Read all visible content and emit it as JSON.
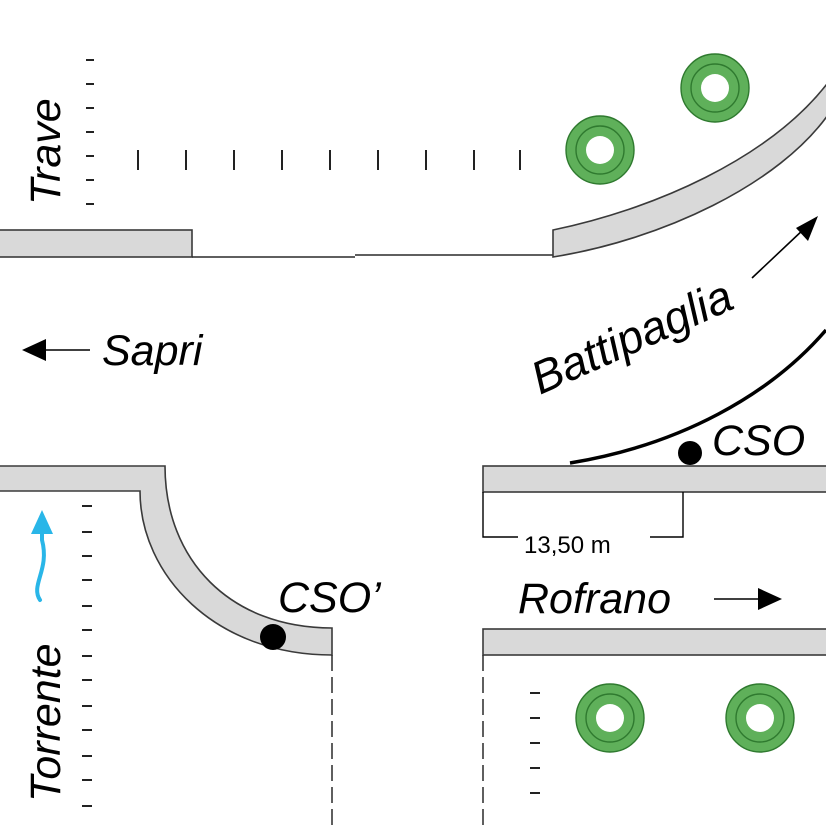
{
  "labels": {
    "trave": "Trave",
    "sapri": "Sapri",
    "battipaglia": "Battipaglia",
    "cso": "CSO",
    "cso_prime": "CSO’",
    "distance": "13,50 m",
    "rofrano": "Rofrano",
    "torrente": "Torrente"
  },
  "colors": {
    "sidewalk": "#d9d9d9",
    "curb_line": "#3a3a3a",
    "tree": "#5fb05a",
    "stream_arrow": "#29b6e8",
    "text": "#000000"
  },
  "icons": {
    "tree": "tree-icon",
    "arrow": "arrow-icon",
    "stream": "stream-flow-arrow-icon",
    "point": "cso-point-marker"
  }
}
